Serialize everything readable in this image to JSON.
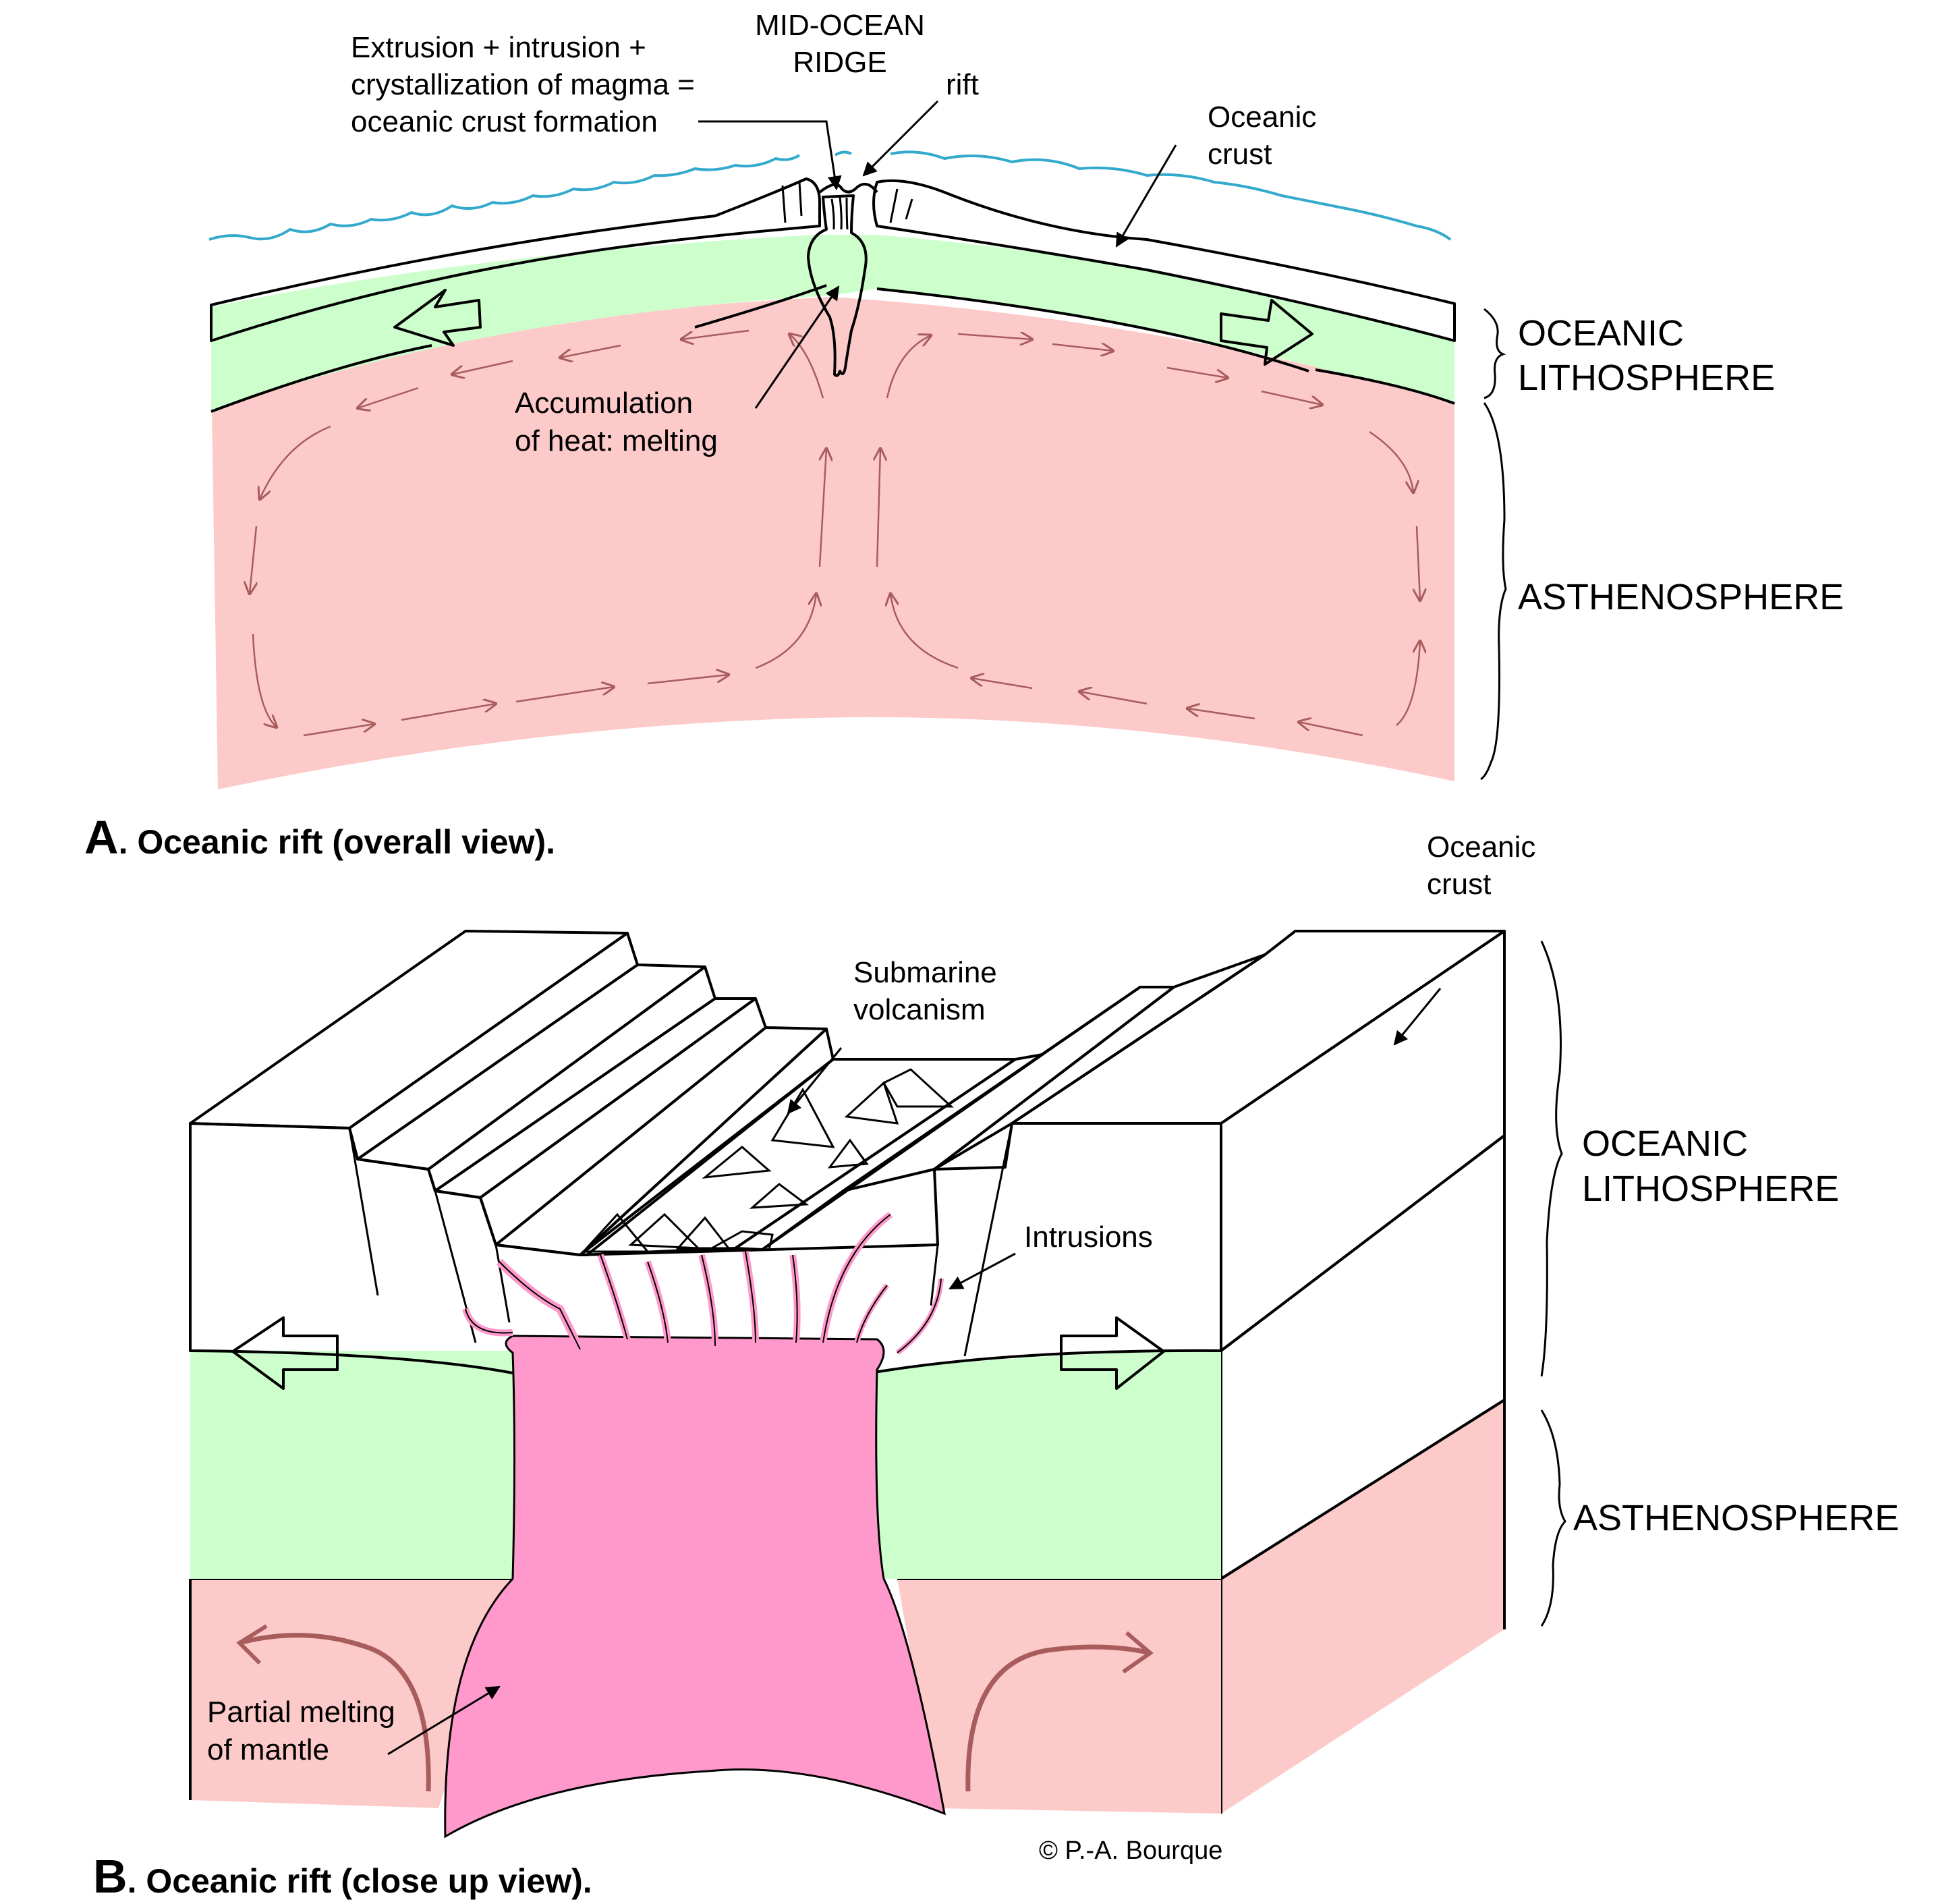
{
  "colors": {
    "crust": "#99cc99",
    "crust_top": "#aad5aa",
    "mantle_lith": "#ccffcc",
    "asthenosphere": "#fdcaca",
    "magma": "#ff99cc",
    "volcano": "#cccc99",
    "water": "#33aacc",
    "convection": "#a85c5c"
  },
  "part_a": {
    "caption_letter": "A",
    "caption_text": ". Oceanic rift (overall view).",
    "labels": {
      "extrusion_line1": "Extrusion + intrusion +",
      "extrusion_line2": "crystallization of magma =",
      "extrusion_line3": "oceanic crust formation",
      "ridge_line1": "MID-OCEAN",
      "ridge_line2": "RIDGE",
      "rift": "rift",
      "crust_line1": "Oceanic",
      "crust_line2": "crust",
      "accum_line1": "Accumulation",
      "accum_line2": "of heat: melting",
      "litho_line1": "OCEANIC",
      "litho_line2": "LITHOSPHERE",
      "astheno": "ASTHENOSPHERE"
    }
  },
  "part_b": {
    "caption_letter": "B",
    "caption_text": ". Oceanic rift (close up view).",
    "labels": {
      "crust_line1": "Oceanic",
      "crust_line2": "crust",
      "volc_line1": "Submarine",
      "volc_line2": "volcanism",
      "intrusions": "Intrusions",
      "partial_line1": "Partial melting",
      "partial_line2": "of mantle",
      "litho_line1": "OCEANIC",
      "litho_line2": "LITHOSPHERE",
      "astheno": "ASTHENOSPHERE"
    }
  },
  "copyright": "© P.-A. Bourque"
}
